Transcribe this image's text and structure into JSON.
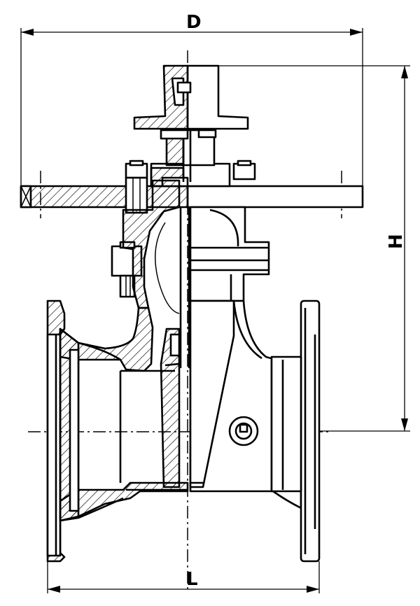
{
  "drawing": {
    "subject": "gate-valve-section",
    "dimensions": {
      "d_label": "D",
      "h_label": "H",
      "l_label": "L"
    }
  }
}
